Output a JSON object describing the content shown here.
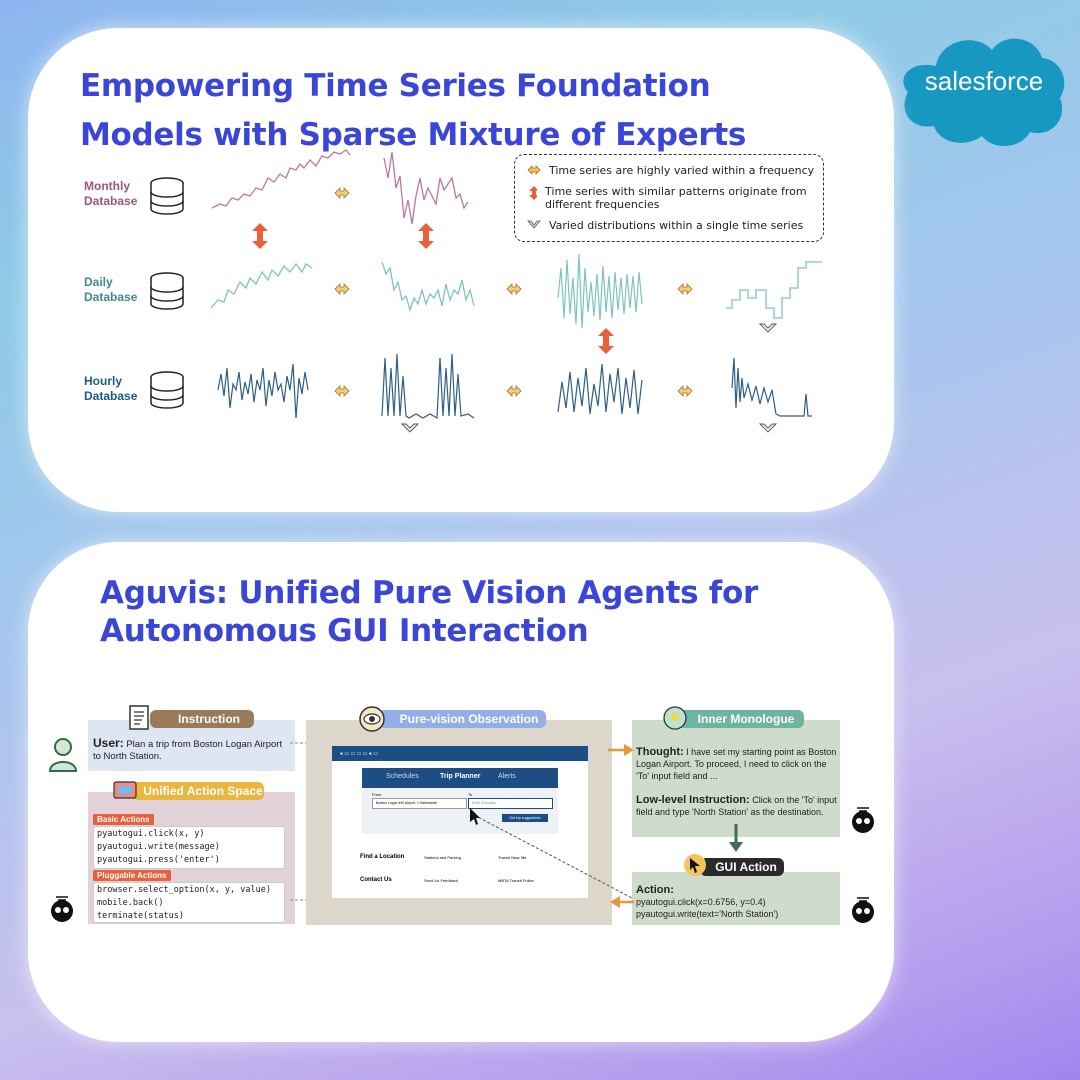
{
  "logo": {
    "text": "salesforce",
    "color": "#1798c1"
  },
  "card1": {
    "title_line1": "Empowering Time Series Foundation",
    "title_line2": "Models with Sparse Mixture of Experts",
    "databases": [
      {
        "line1": "Monthly",
        "line2": "Database",
        "color": "#a0557e"
      },
      {
        "line1": "Daily",
        "line2": "Database",
        "color": "#3d8a90"
      },
      {
        "line1": "Hourly",
        "line2": "Database",
        "color": "#1f5a85"
      }
    ],
    "legend": [
      "Time series are highly varied within a frequency",
      "Time series with similar patterns originate from different frequencies",
      "Varied distributions within a single time series"
    ]
  },
  "card2": {
    "title_line1": "Aguvis: Unified Pure Vision Agents for",
    "title_line2": "Autonomous GUI Interaction",
    "instruction": {
      "header": "Instruction",
      "user_label": "User:",
      "user_text": "Plan a trip from Boston Logan Airport to North Station."
    },
    "action_space": {
      "header": "Unified Action Space",
      "basic_label": "Basic Actions",
      "basic": [
        "pyautogui.click(x, y)",
        "pyautogui.write(message)",
        "pyautogui.press('enter')"
      ],
      "pluggable_label": "Pluggable Actions",
      "pluggable": [
        "browser.select_option(x, y, value)",
        "mobile.back()",
        "terminate(status)"
      ]
    },
    "observation": {
      "header": "Pure-vision Observation",
      "tabs": [
        "Schedules",
        "Trip Planner",
        "Alerts"
      ],
      "from_label": "From",
      "to_label": "To",
      "from_value": "Boston Logan Int'l Airport, 1 Harborside",
      "to_value": "Enter a location",
      "button": "Get trip suggestions",
      "find_label": "Find a Location",
      "find_a": "Stations and Parking",
      "find_b": "Transit Near Me",
      "contact_label": "Contact Us",
      "contact_a": "Send Us Feedback",
      "contact_b": "MBTA Transit Police"
    },
    "monologue": {
      "header": "Inner Monologue",
      "thought_label": "Thought:",
      "thought_text": "I have set my starting point as Boston Logan Airport. To proceed, I need to click on the 'To' input field and ...",
      "lli_label": "Low-level Instruction:",
      "lli_text": "Click on the 'To' input field and type 'North Station' as the destination."
    },
    "gui_action": {
      "header": "GUI Action",
      "label": "Action:",
      "line1": "pyautogui.click(x=0.6756, y=0.4)",
      "line2": "pyautogui.write(text='North Station')"
    }
  }
}
